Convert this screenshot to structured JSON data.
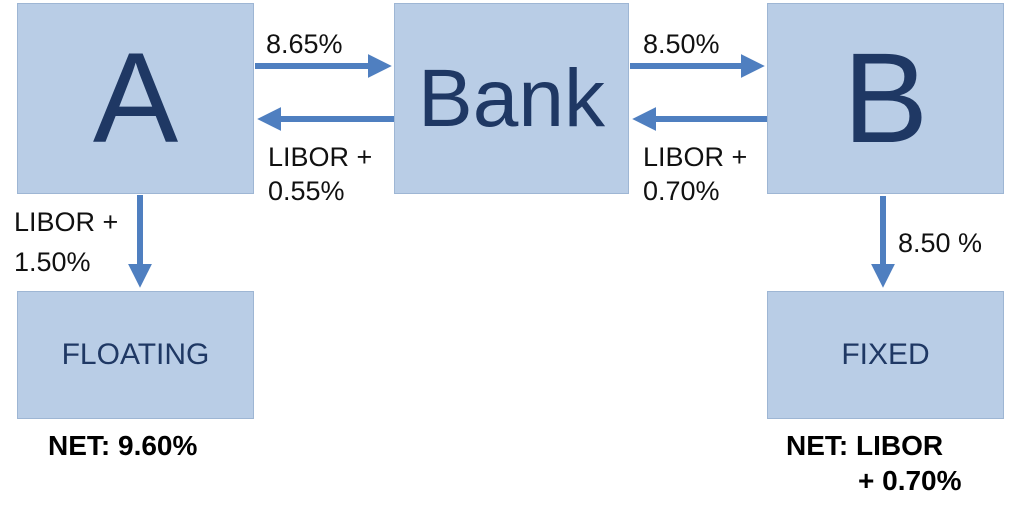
{
  "nodes": {
    "a": "A",
    "bank": "Bank",
    "b": "B",
    "floating": "FLOATING",
    "fixed": "FIXED"
  },
  "labels": {
    "a_to_bank": "8.65%",
    "bank_to_a_line1": "LIBOR +",
    "bank_to_a_line2": "0.55%",
    "bank_to_b": "8.50%",
    "b_to_bank_line1": "LIBOR +",
    "b_to_bank_line2": "0.70%",
    "a_to_floating_line1": "LIBOR +",
    "a_to_floating_line2": "1.50%",
    "b_to_fixed": "8.50 %"
  },
  "net": {
    "a_line1": "NET: 9.60%",
    "b_line1": "NET: LIBOR",
    "b_line2": "+ 0.70%"
  },
  "colors": {
    "box_fill": "#b9cde6",
    "box_text": "#1f3864",
    "arrow": "#4f7fc0"
  }
}
